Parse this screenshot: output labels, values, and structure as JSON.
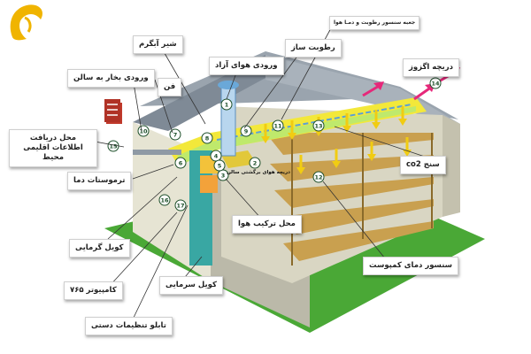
{
  "logo": {
    "alt": "logo",
    "accent": "#f0b400"
  },
  "colors": {
    "roof": "#8f9aa5",
    "wall_light": "#e9e7d7",
    "wall_dark": "#b9b7a7",
    "grass": "#4aa836",
    "duct_yellow": "#f3e83a",
    "duct_green": "#bfe96c",
    "airflow": "#e6287a",
    "shelf": "#c9a04f",
    "flow_arrow": "#f1cc12"
  },
  "labels": {
    "sensor_box": "جعبه سنسور رطوبت و دمـا هوا",
    "butterfly_valve": "شیر آبگرم",
    "humidifier": "رطوبت ساز",
    "fresh_air": "ورودی هوای آزاد",
    "exhaust": "دریچه اگزوز",
    "steam_inlet": "ورودی بخار به سالن",
    "fan": "فن",
    "climate_info": "محل دریافت اطلاعات اقلیمی محیط",
    "co2": "سنج co2",
    "thermostat": "ترموستات دما",
    "mixing_damper": "دریچه هوای برگشتی سالن",
    "air_mix": "محل ترکیب هوا",
    "heating_coil": "کویل گرمایی",
    "compost_sensor": "سنسور دمای کمپوست",
    "computer": "کامپیوتر ۷۶۵",
    "cooling_coil": "کویل سرمایی",
    "control_panel": "تابلو تنظیمات دستی"
  },
  "numbers": [
    "1",
    "2",
    "3",
    "4",
    "5",
    "6",
    "7",
    "8",
    "9",
    "10",
    "11",
    "12",
    "13",
    "14",
    "15",
    "16",
    "17"
  ]
}
